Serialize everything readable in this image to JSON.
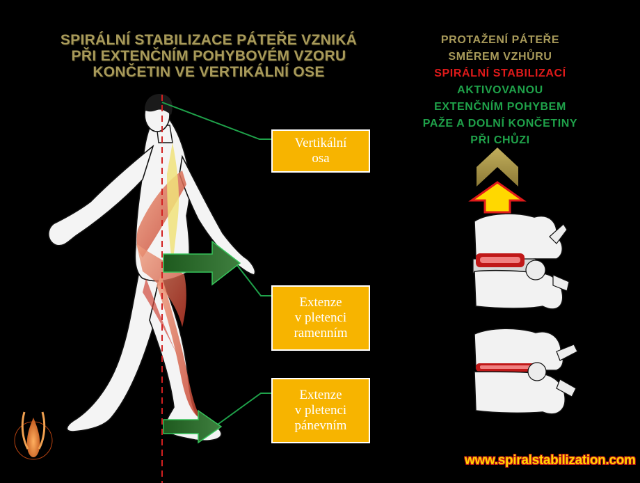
{
  "title_lines": [
    "SPIRÁLNÍ STABILIZACE PÁTEŘE VZNIKÁ",
    "PŘI EXTENČNÍM POHYBOVÉM VZORU",
    "KONČETIN VE VERTIKÁLNÍ OSE"
  ],
  "right_text_lines": [
    {
      "text": "PROTAŽENÍ PÁTEŘE",
      "color": "#a89a5a"
    },
    {
      "text": "SMĚREM VZHŮRU",
      "color": "#a89a5a"
    },
    {
      "text": "SPIRÁLNÍ STABILIZACÍ",
      "color": "#e01a1a"
    },
    {
      "text": "AKTIVOVANOU",
      "color": "#1fa24a"
    },
    {
      "text": "EXTENČNÍM POHYBEM",
      "color": "#1fa24a"
    },
    {
      "text": "PAŽE A DOLNÍ KONČETINY",
      "color": "#1fa24a"
    },
    {
      "text": "PŘI CHŮZI",
      "color": "#1fa24a"
    }
  ],
  "labels": {
    "vertical_axis": [
      "Vertikální",
      "osa"
    ],
    "shoulder_extension": [
      "Extenze",
      "v pletenci",
      "ramenním"
    ],
    "pelvic_extension": [
      "Extenze",
      "v pletenci",
      "pánevním"
    ]
  },
  "website": "www.spiralstabilization.com",
  "colors": {
    "background": "#000000",
    "label_box": "#f7b400",
    "axis_line": "#d22020",
    "connector": "#1fa24a",
    "arrow_fill": "#2e6b2e",
    "muscle": "#d0473a"
  },
  "icons": [
    "walking-woman-figure",
    "vertebra-icon",
    "up-chevron-icon",
    "up-arrow-icon",
    "logo-icon"
  ]
}
